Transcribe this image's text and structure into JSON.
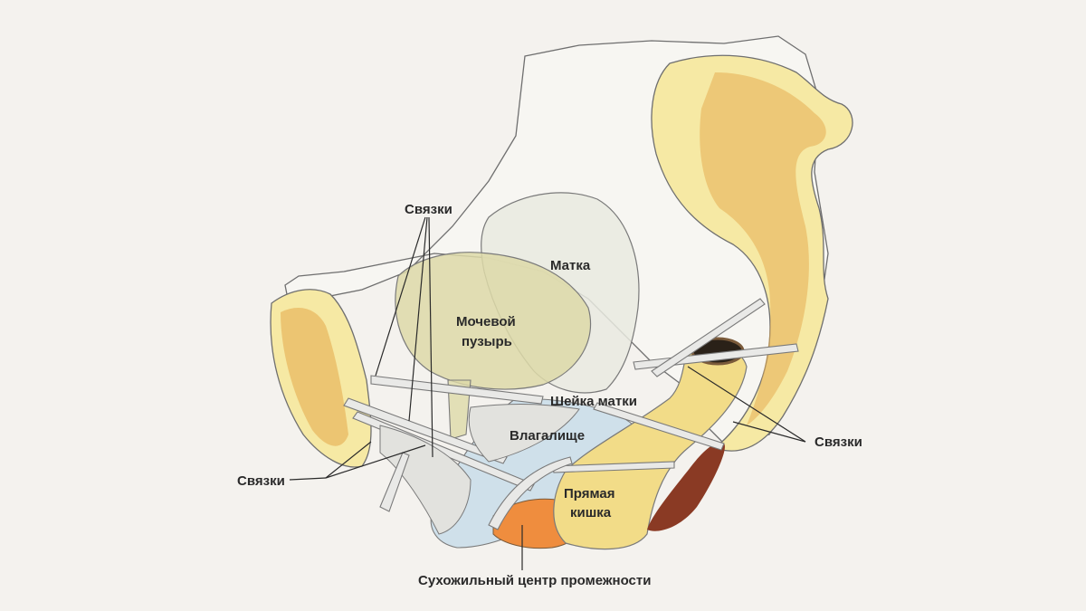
{
  "labels": {
    "ligaments_top": "Связки",
    "uterus": "Матка",
    "bladder_line1": "Мочевой",
    "bladder_line2": "пузырь",
    "cervix": "Шейка матки",
    "vagina": "Влагалище",
    "rectum_line1": "Прямая",
    "rectum_line2": "кишка",
    "ligaments_left": "Связки",
    "ligaments_right": "Связки",
    "perineal_body": "Сухожильный центр промежности"
  },
  "colors": {
    "background": "#f4f2ee",
    "bone": "#f6e9a4",
    "bone_spongy": "#e6ad52",
    "bladder": "#ddd9a8",
    "uterus": "#e9eae0",
    "vagina": "#cfe0ea",
    "perineal_body": "#ef8d3e",
    "rectum": "#f2dc88",
    "ligament": "#e9e9e7"
  }
}
